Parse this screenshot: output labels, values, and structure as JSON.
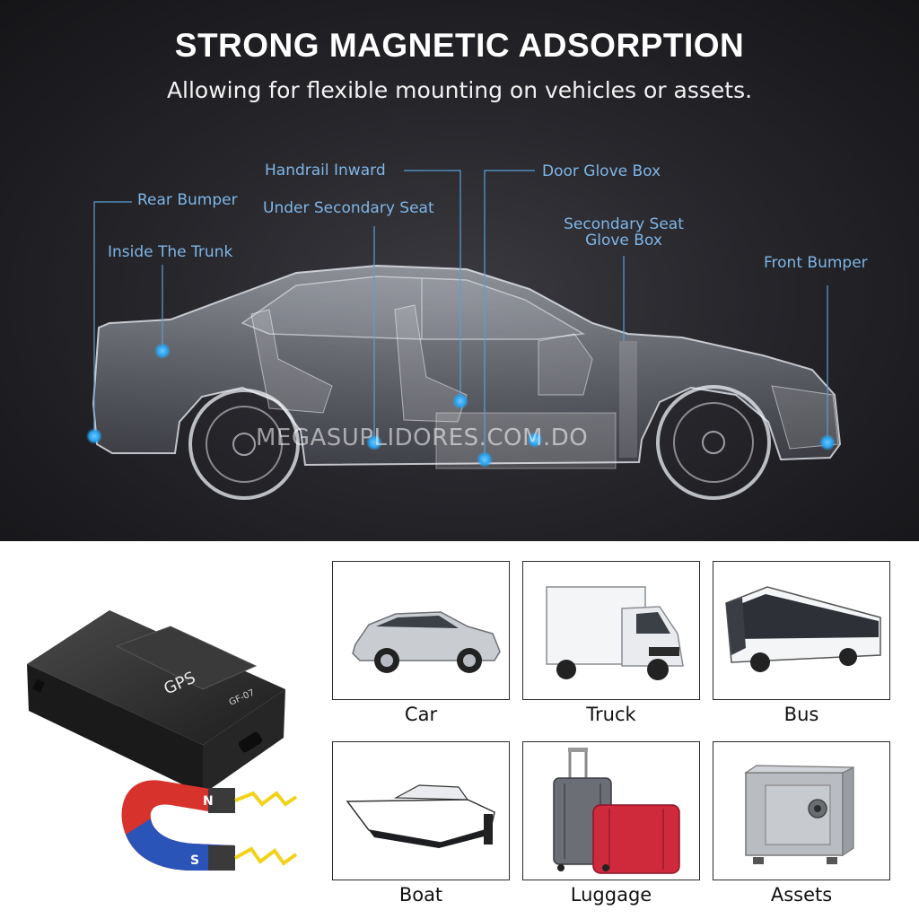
{
  "hero": {
    "title": "STRONG MAGNETIC ADSORPTION",
    "subtitle": "Allowing for flexible mounting on vehicles or assets.",
    "mount_points": {
      "rear_bumper": "Rear Bumper",
      "inside_trunk": "Inside The Trunk",
      "handrail_inward": "Handrail Inward",
      "under_secondary_seat": "Under Secondary Seat",
      "door_glove_box": "Door Glove Box",
      "secondary_seat_glove_box_line1": "Secondary Seat",
      "secondary_seat_glove_box_line2": "Glove Box",
      "front_bumper": "Front Bumper"
    },
    "watermark": "MEGASUPLIDORES.COM.DO",
    "accent_color": "#7fb6e6",
    "dot_color": "#2aa3f0"
  },
  "device": {
    "gps_label": "GPS",
    "model": "GF-07",
    "magnet_n": "N",
    "magnet_s": "S"
  },
  "cards": [
    {
      "label": "Car",
      "icon": "car-icon"
    },
    {
      "label": "Truck",
      "icon": "truck-icon"
    },
    {
      "label": "Bus",
      "icon": "bus-icon"
    },
    {
      "label": "Boat",
      "icon": "boat-icon"
    },
    {
      "label": "Luggage",
      "icon": "luggage-icon"
    },
    {
      "label": "Assets",
      "icon": "safe-icon"
    }
  ]
}
